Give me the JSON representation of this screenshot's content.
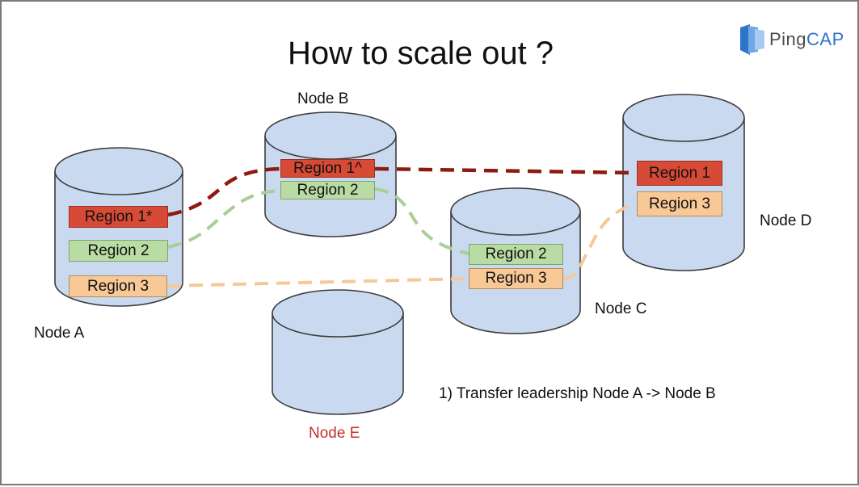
{
  "title": "How to scale out ?",
  "logo": {
    "brand_part1": "Ping",
    "brand_part2": "CAP"
  },
  "nodes": {
    "a": {
      "label": "Node A"
    },
    "b": {
      "label": "Node B"
    },
    "c": {
      "label": "Node C"
    },
    "d": {
      "label": "Node D"
    },
    "e": {
      "label": "Node E"
    }
  },
  "regions": {
    "a1": "Region 1*",
    "a2": "Region 2",
    "a3": "Region 3",
    "b1": "Region 1^",
    "b2": "Region 2",
    "c2": "Region 2",
    "c3": "Region 3",
    "d1": "Region 1",
    "d3": "Region 3"
  },
  "step_text": "1) Transfer leadership Node A -> Node B",
  "colors": {
    "cylinder_fill": "#c9daf0",
    "cylinder_stroke": "#3c3c3c",
    "region1_line": "#8f1a12",
    "region2_line": "#a8cf96",
    "region3_line": "#f6c898",
    "highlight_label": "#c8322b",
    "logo_accent": "#2f75c7"
  }
}
